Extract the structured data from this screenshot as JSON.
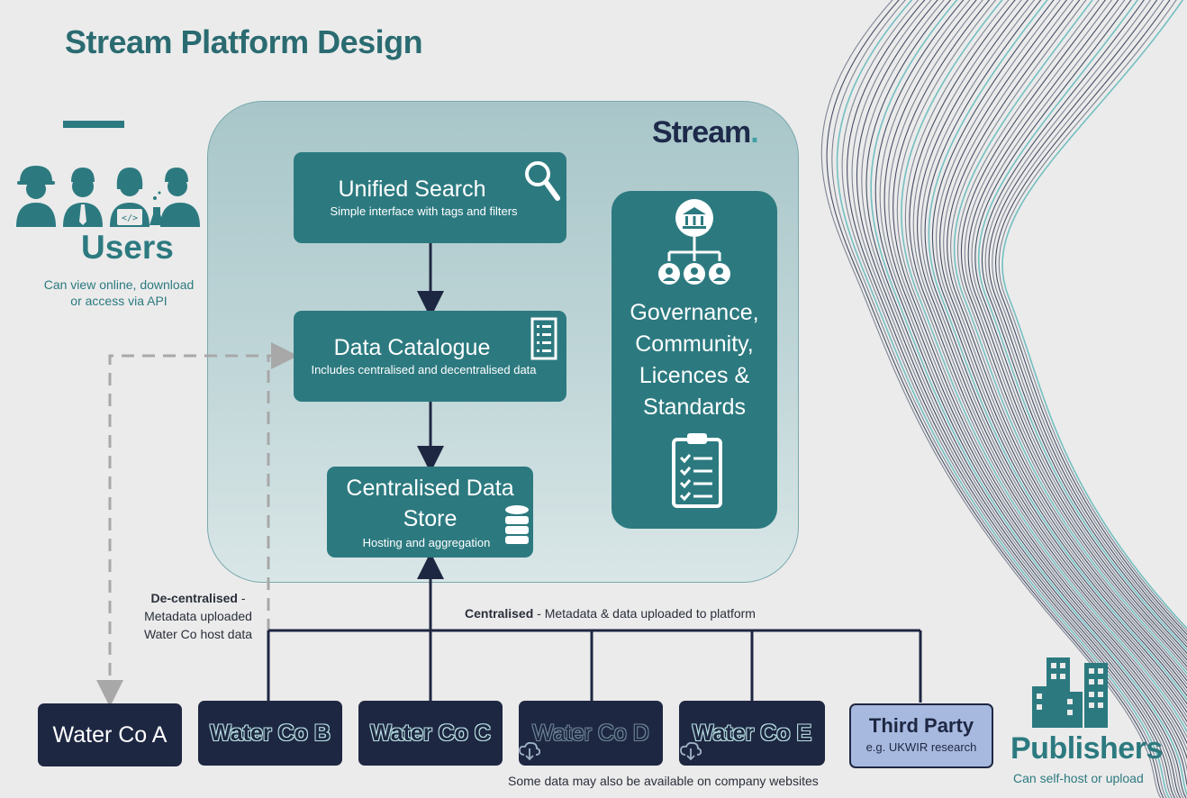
{
  "title": "Stream Platform Design",
  "brand": {
    "name": "Stream",
    "dot": "."
  },
  "users": {
    "label": "Users",
    "subtext_line1": "Can view online, download",
    "subtext_line2": "or access via API"
  },
  "components": {
    "unified_search": {
      "title": "Unified Search",
      "subtitle": "Simple interface with tags and filters"
    },
    "data_catalogue": {
      "title": "Data Catalogue",
      "subtitle": "Includes centralised and decentralised data"
    },
    "data_store": {
      "title_line1": "Centralised Data",
      "title_line2": "Store",
      "subtitle": "Hosting and aggregation"
    },
    "governance": {
      "line1": "Governance,",
      "line2": "Community,",
      "line3": "Licences &",
      "line4": "Standards"
    }
  },
  "decentralised_note": {
    "bold": "De-centralised",
    "dash": " -",
    "line2": "Metadata uploaded",
    "line3": "Water Co host data"
  },
  "centralised_note": {
    "bold": "Centralised",
    "rest": " - Metadata & data uploaded to platform"
  },
  "publishers_list": [
    {
      "label": "Water Co A"
    },
    {
      "label": "Water Co B"
    },
    {
      "label": "Water Co C"
    },
    {
      "label": "Water Co D"
    },
    {
      "label": "Water Co E"
    }
  ],
  "third_party": {
    "label": "Third Party",
    "sub": "e.g. UKWIR research"
  },
  "websites_note": "Some data may also be available on company websites",
  "publishers": {
    "label": "Publishers",
    "sub": "Can self-host or upload"
  },
  "colors": {
    "teal": "#2c7a80",
    "navy": "#1e2742",
    "lilac": "#a7b9df",
    "panel": "#b6cfd2",
    "accent": "#3fa0a6"
  },
  "icons": [
    "magnifier-icon",
    "checklist-icon",
    "database-icon",
    "institution-hierarchy-icon",
    "clipboard-icon",
    "worker-icon",
    "businessman-icon",
    "developer-icon",
    "scientist-icon",
    "arrow-right-icon",
    "cloud-download-icon",
    "buildings-icon"
  ]
}
